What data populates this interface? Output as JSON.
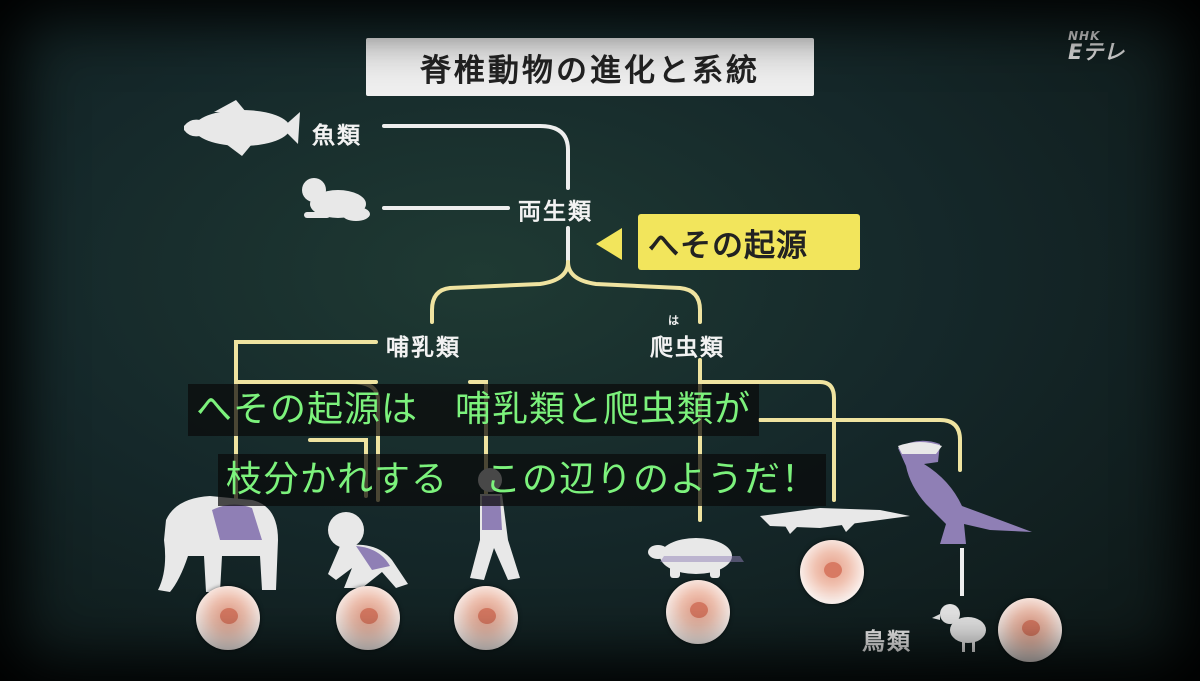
{
  "title": "脊椎動物の進化と系統",
  "channel_logo": {
    "line1": "NHK",
    "line2": "Eテレ"
  },
  "groups": {
    "fish": "魚類",
    "amphibian": "両生類",
    "mammal": "哺乳類",
    "reptile": "爬虫類",
    "reptile_ruby": "は",
    "bird": "鳥類"
  },
  "highlight_tag": "へその起源",
  "caption": {
    "line1": "へその起源は　哺乳類と爬虫類が",
    "line2": "枝分かれする　この辺りのようだ！"
  },
  "colors": {
    "board": "#15282a",
    "tree_line_white": "#eeeeee",
    "tree_line_yellow": "#efe3a0",
    "tag_yellow": "#f2e55c",
    "caption_green": "#7cf27c",
    "animal_white": "#e8e8e8",
    "animal_purple": "#8f7fb5"
  },
  "icons": [
    "coelacanth-icon",
    "frog-icon",
    "elephant-icon",
    "monkey-icon",
    "human-icon",
    "turtle-icon",
    "crocodile-icon",
    "dinosaur-icon",
    "chick-icon"
  ]
}
